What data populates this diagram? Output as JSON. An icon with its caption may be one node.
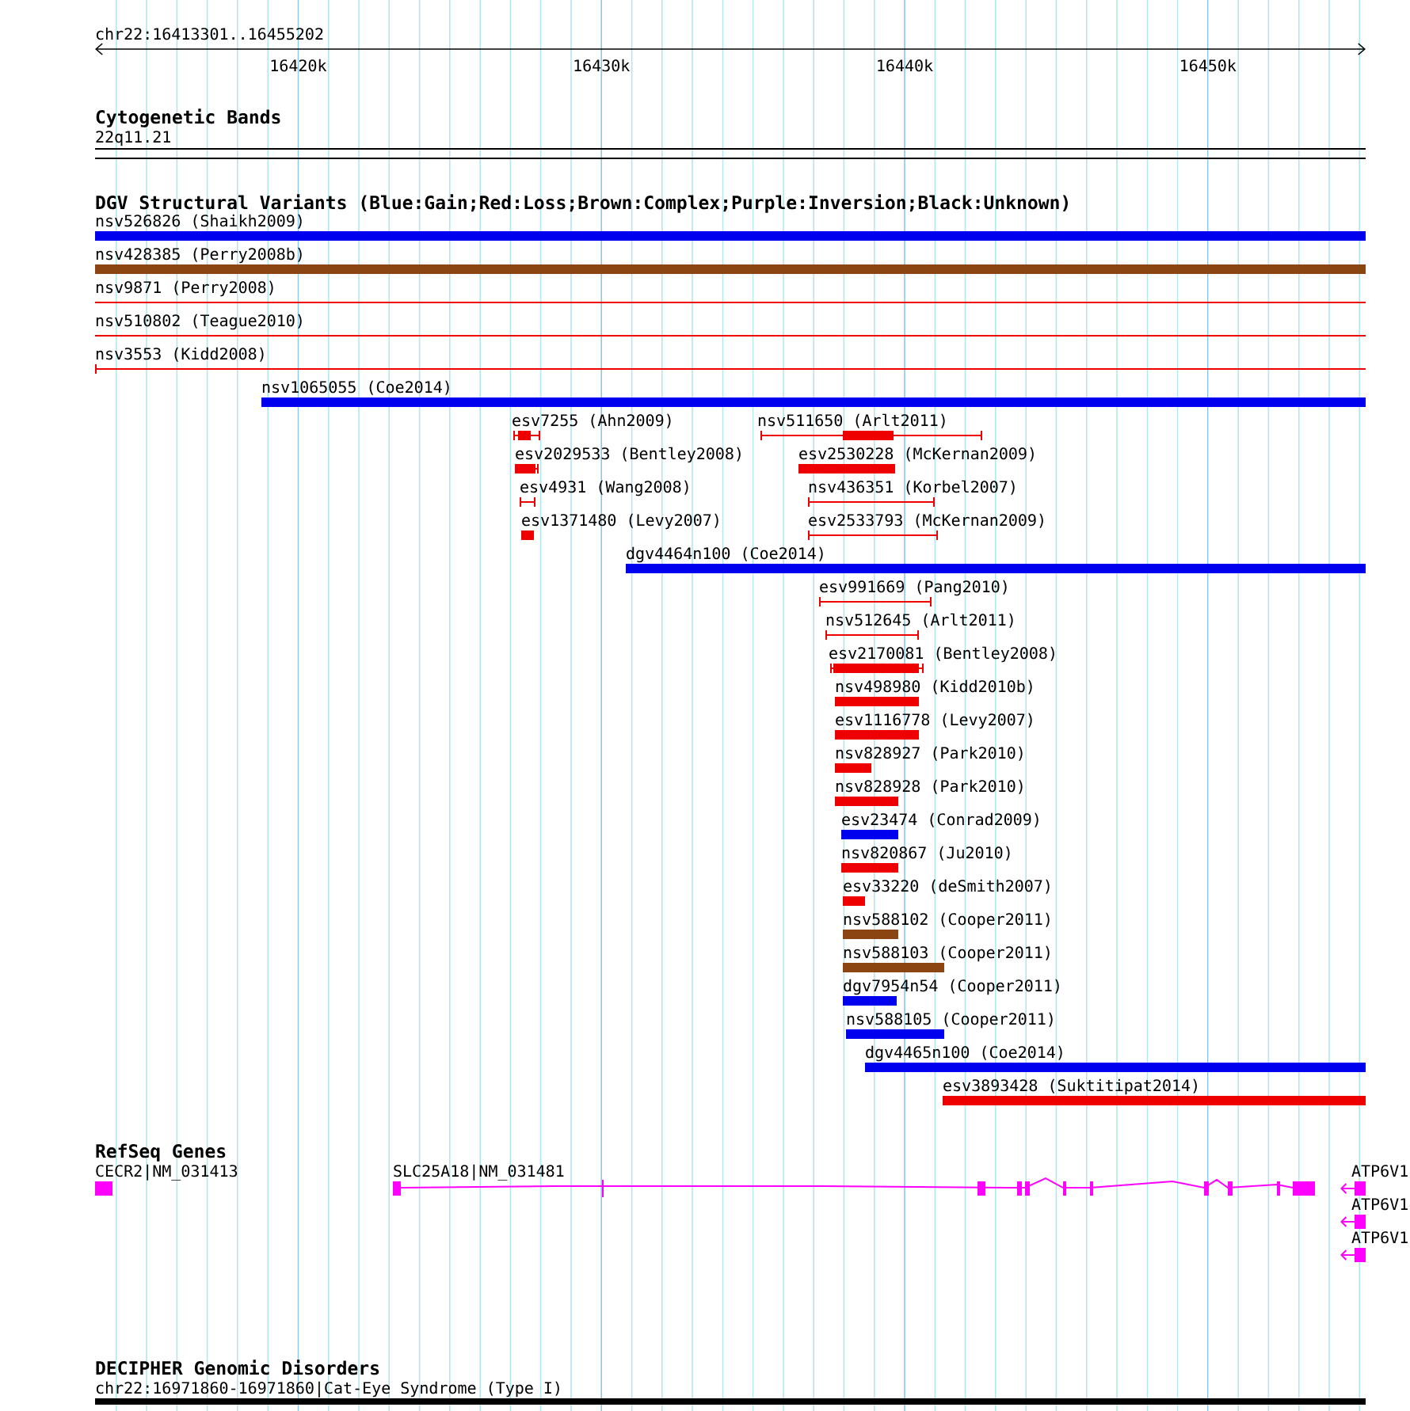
{
  "diagram": {
    "nodes": [
      {
        "text": [
          "22q11.21"
        ]
      },
      {
        "text": [
          "nsv526826 (Shaikh2009)"
        ]
      },
      {
        "text": [
          "nsv428385 (Perry2008b)"
        ]
      },
      {
        "text": [
          "nsv9871 (Perry2008)"
        ]
      },
      {
        "text": [
          "nsv510802 (Teague2010)"
        ]
      },
      {
        "text": [
          "nsv3553 (Kidd2008)"
        ]
      },
      {
        "text": [
          "nsv1065055 (Coe2014)"
        ]
      },
      {
        "text": [
          "esv7255 (Ahn2009)"
        ]
      },
      {
        "text": [
          "nsv511650 (Arlt2011)"
        ]
      },
      {
        "text": [
          "esv2029533 (Bentley2008)"
        ]
      },
      {
        "text": [
          "esv2530228 (McKernan2009)"
        ]
      },
      {
        "text": [
          "esv4931 (Wang2008)"
        ]
      },
      {
        "text": [
          "nsv436351 (Korbel2007)"
        ]
      },
      {
        "text": [
          "esv1371480 (Levy2007)"
        ]
      },
      {
        "text": [
          "esv2533793 (McKernan2009)"
        ]
      },
      {
        "text": [
          "dgv4464n100 (Coe2014)"
        ]
      },
      {
        "text": [
          "esv991669 (Pang2010)"
        ]
      },
      {
        "text": [
          "nsv512645 (Arlt2011)"
        ]
      },
      {
        "text": [
          "esv2170081 (Bentley2008)"
        ]
      },
      {
        "text": [
          "nsv498980 (Kidd2010b)"
        ]
      },
      {
        "text": [
          "esv1116778 (Levy2007)"
        ]
      },
      {
        "text": [
          "nsv828927 (Park2010)"
        ]
      },
      {
        "text": [
          "nsv828928 (Park2010)"
        ]
      },
      {
        "text": [
          "esv23474 (Conrad2009)"
        ]
      },
      {
        "text": [
          "nsv820867 (Ju2010)"
        ]
      },
      {
        "text": [
          "esv33220 (deSmith2007)"
        ]
      },
      {
        "text": [
          "nsv588102 (Cooper2011)"
        ]
      },
      {
        "text": [
          "nsv588103 (Cooper2011)"
        ]
      },
      {
        "text": [
          "dgv7954n54 (Cooper2011)"
        ]
      },
      {
        "text": [
          "nsv588105 (Cooper2011)"
        ]
      },
      {
        "text": [
          "dgv4465n100 (Coe2014)"
        ]
      },
      {
        "text": [
          "esv3893428 (Suktitipat2014)"
        ]
      },
      {
        "text": [
          "CECR2|NM_031413"
        ]
      },
      {
        "text": [
          "SLC25A18|NM_031481"
        ]
      },
      {
        "text": [
          "ATP6V1"
        ]
      },
      {
        "text": [
          "ATP6V1"
        ]
      },
      {
        "text": [
          "ATP6V1"
        ]
      },
      {
        "text": [
          "chr22:16971860-16971860|Cat-Eye Syndrome (Type I)"
        ]
      }
    ],
    "labels": [
      "chr22:16413301..16455202",
      "16420k",
      "16430k",
      "16440k",
      "16450k",
      "Cytogenetic Bands",
      "DGV Structural Variants (Blue:Gain;Red:Loss;Brown:Complex;Purple:Inversion;Black:Unknown)",
      "RefSeq Genes",
      "DECIPHER Genomic Disorders"
    ]
  }
}
